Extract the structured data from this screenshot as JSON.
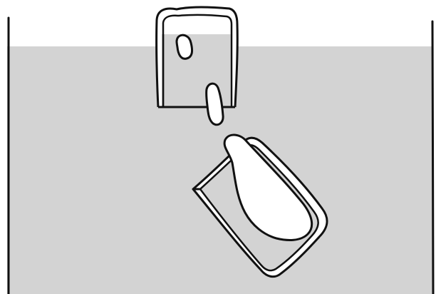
{
  "colors": {
    "background": "#ffffff",
    "liquid": "#d3d3d3",
    "ink": "#111111",
    "bubble": "#ffffff"
  },
  "scene": {
    "description_icons": [
      "container-walls",
      "liquid-body",
      "upright-cup",
      "tilted-cup",
      "air-bubble"
    ]
  }
}
